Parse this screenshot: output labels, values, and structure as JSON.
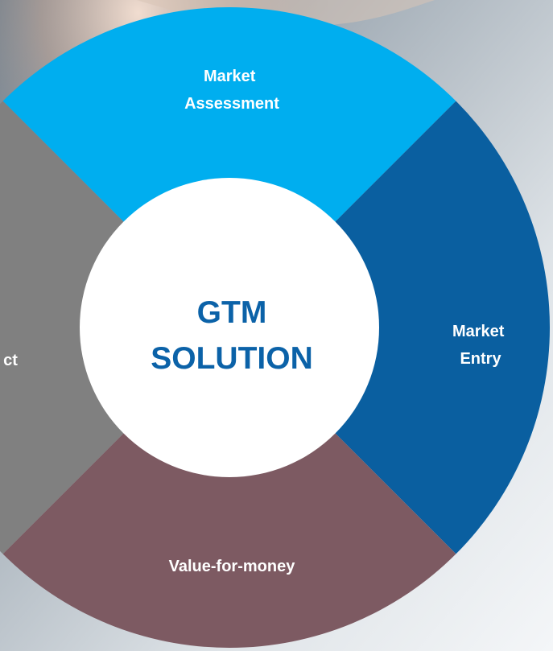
{
  "diagram": {
    "center": {
      "line1": "GTM",
      "line2": "SOLUTION"
    },
    "segments": {
      "top": {
        "line1": "Market",
        "line2": "Assessment"
      },
      "right": {
        "line1": "Market",
        "line2": "Entry"
      },
      "bottom": {
        "line1": "Value-for-money"
      },
      "left": {
        "line1": "ct"
      }
    }
  },
  "colors": {
    "top_segment": "#00aeef",
    "right_segment": "#0a5fa0",
    "bottom_segment": "#7d5a62",
    "left_segment": "#808080",
    "center_fill": "#ffffff",
    "center_text": "#0b62a8",
    "segment_text": "#ffffff"
  }
}
